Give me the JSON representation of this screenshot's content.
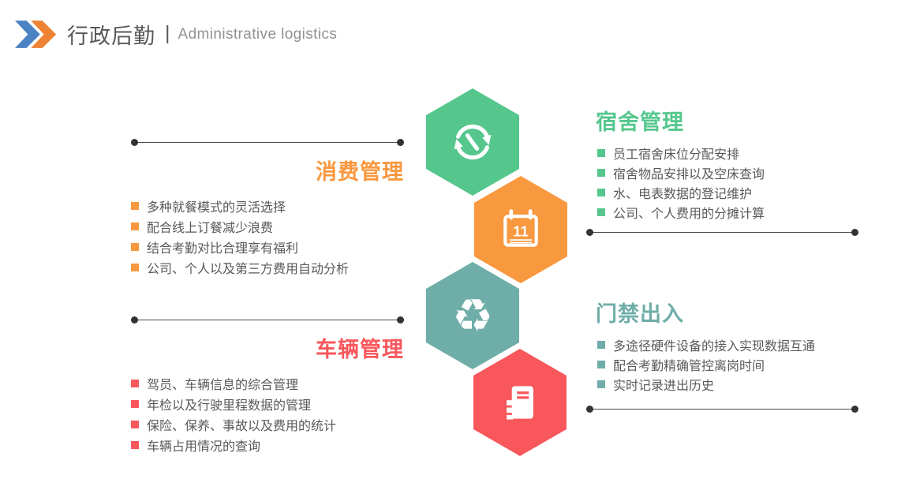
{
  "header": {
    "title_cn": "行政后勤",
    "separator": "|",
    "title_en": "Administrative logistics",
    "logo": {
      "name": "double-chevron-logo",
      "blue": "#4B82C4",
      "orange": "#EE8335"
    }
  },
  "colors": {
    "green": "#55C78D",
    "orange": "#F8983F",
    "teal": "#6FADA8",
    "red": "#F8575C",
    "body_text": "#595959",
    "connector_line": "#4A4A4A"
  },
  "hexagons": [
    {
      "icon": "clock-sync-icon",
      "color": "#55C78D"
    },
    {
      "icon": "calendar-icon",
      "color": "#F8983F",
      "day": "11"
    },
    {
      "icon": "recycle-icon",
      "color": "#6FADA8",
      "glyph": "♻"
    },
    {
      "icon": "notebook-icon",
      "color": "#F8575C"
    }
  ],
  "sections": [
    {
      "title": "消费管理",
      "color": "#F8983F",
      "items": [
        "多种就餐模式的灵活选择",
        "配合线上订餐减少浪费",
        "结合考勤对比合理享有福利",
        "公司、个人以及第三方费用自动分析"
      ]
    },
    {
      "title": "宿舍管理",
      "color": "#55C78D",
      "items": [
        "员工宿舍床位分配安排",
        "宿舍物品安排以及空床查询",
        "水、电表数据的登记维护",
        "公司、个人费用的分摊计算"
      ]
    },
    {
      "title": "车辆管理",
      "color": "#F8575C",
      "items": [
        "驾员、车辆信息的综合管理",
        "年检以及行驶里程数据的管理",
        "保险、保养、事故以及费用的统计",
        "车辆占用情况的查询"
      ]
    },
    {
      "title": "门禁出入",
      "color": "#6FADA8",
      "items": [
        "多途径硬件设备的接入实现数据互通",
        "配合考勤精确管控离岗时间",
        "实时记录进出历史"
      ]
    }
  ]
}
